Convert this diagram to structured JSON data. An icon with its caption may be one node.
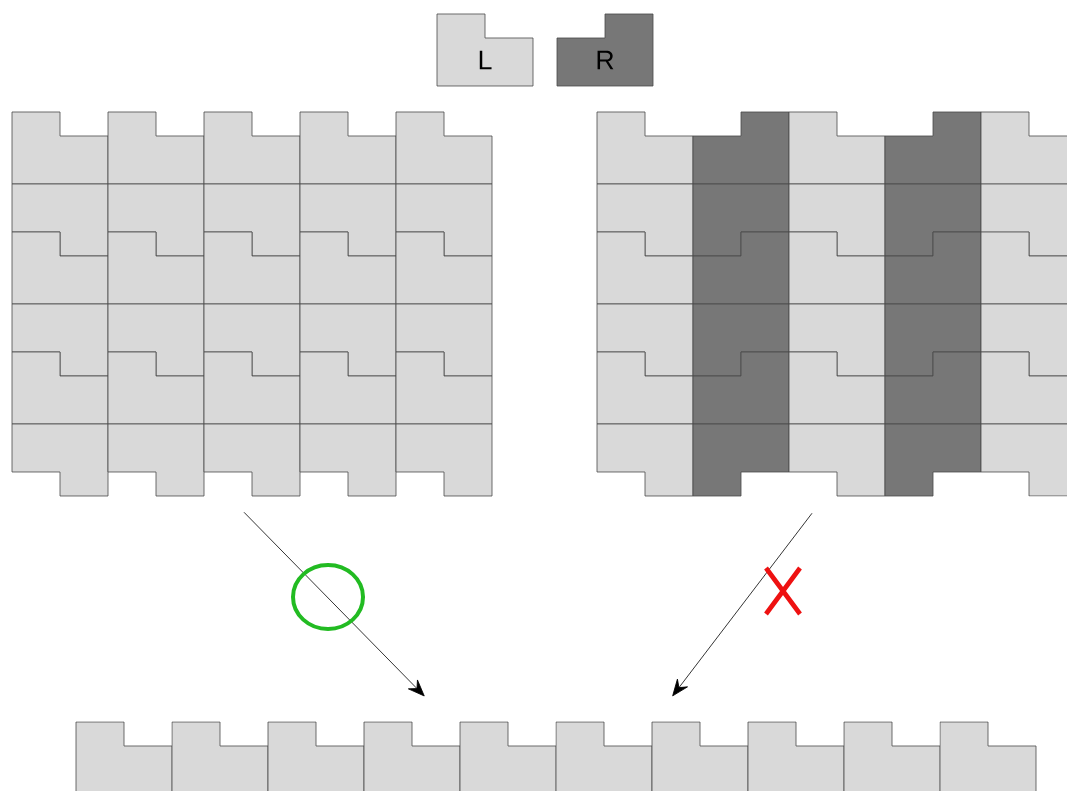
{
  "diagram": {
    "nodes": [
      {
        "text": [
          "L"
        ]
      },
      {
        "text": [
          "R"
        ]
      },
      {
        "text": [],
        "shape": "picture"
      },
      {
        "text": [],
        "shape": "picture"
      },
      {
        "text": [],
        "shape": "picture"
      }
    ],
    "edges": [
      {
        "from": 2,
        "to": 4,
        "arrow": "to"
      },
      {
        "from": 3,
        "to": 4,
        "arrow": "to"
      }
    ]
  }
}
